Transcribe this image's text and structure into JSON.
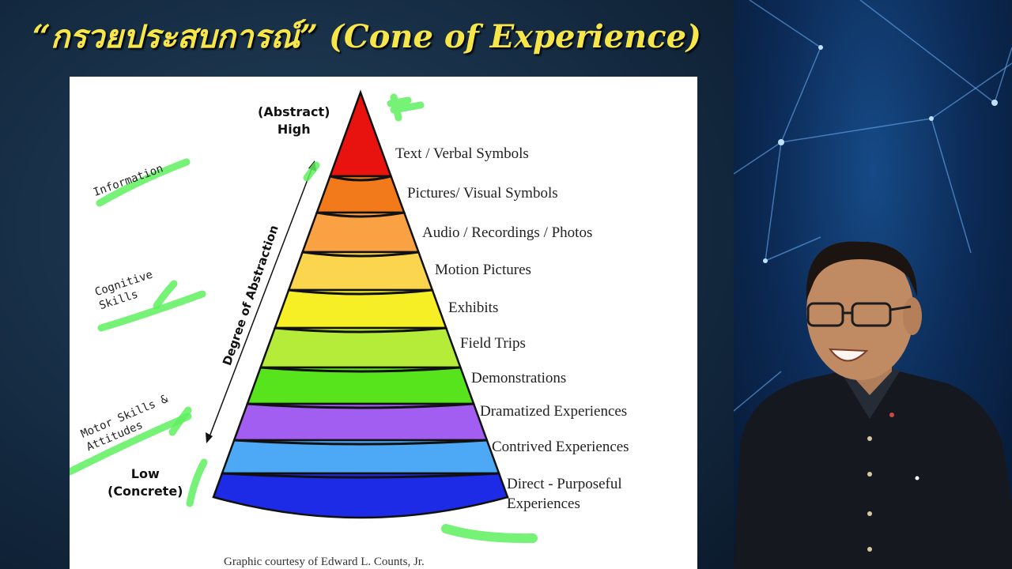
{
  "title": "“กรวยประสบการณ์” (Cone of Experience)",
  "cone": {
    "top_label": "(Abstract)\nHigh",
    "bottom_label": "Low\n(Concrete)",
    "axis_label": "Degree of Abstraction",
    "levels": [
      {
        "label": "Text / Verbal Symbols",
        "color": "#e8120e"
      },
      {
        "label": "Pictures/ Visual Symbols",
        "color": "#f27a1a"
      },
      {
        "label": "Audio / Recordings / Photos",
        "color": "#f9a143"
      },
      {
        "label": "Motion Pictures",
        "color": "#fcd54e"
      },
      {
        "label": "Exhibits",
        "color": "#f6ef26"
      },
      {
        "label": "Field Trips",
        "color": "#b5ec3a"
      },
      {
        "label": "Demonstrations",
        "color": "#57e41c"
      },
      {
        "label": "Dramatized Experiences",
        "color": "#a15ef0"
      },
      {
        "label": "Contrived Experiences",
        "color": "#4da8f5"
      },
      {
        "label": "Direct - Purposeful\nExperiences",
        "color": "#1e2be6"
      }
    ]
  },
  "side_labels": {
    "information": "Information",
    "cognitive": "Cognitive\nSkills",
    "motor": "Motor Skills &\nAttitudes"
  },
  "credit": "Graphic courtesy of Edward L. Counts, Jr.",
  "colors": {
    "title": "#f7e64a",
    "highlight": "#5ef05e"
  }
}
